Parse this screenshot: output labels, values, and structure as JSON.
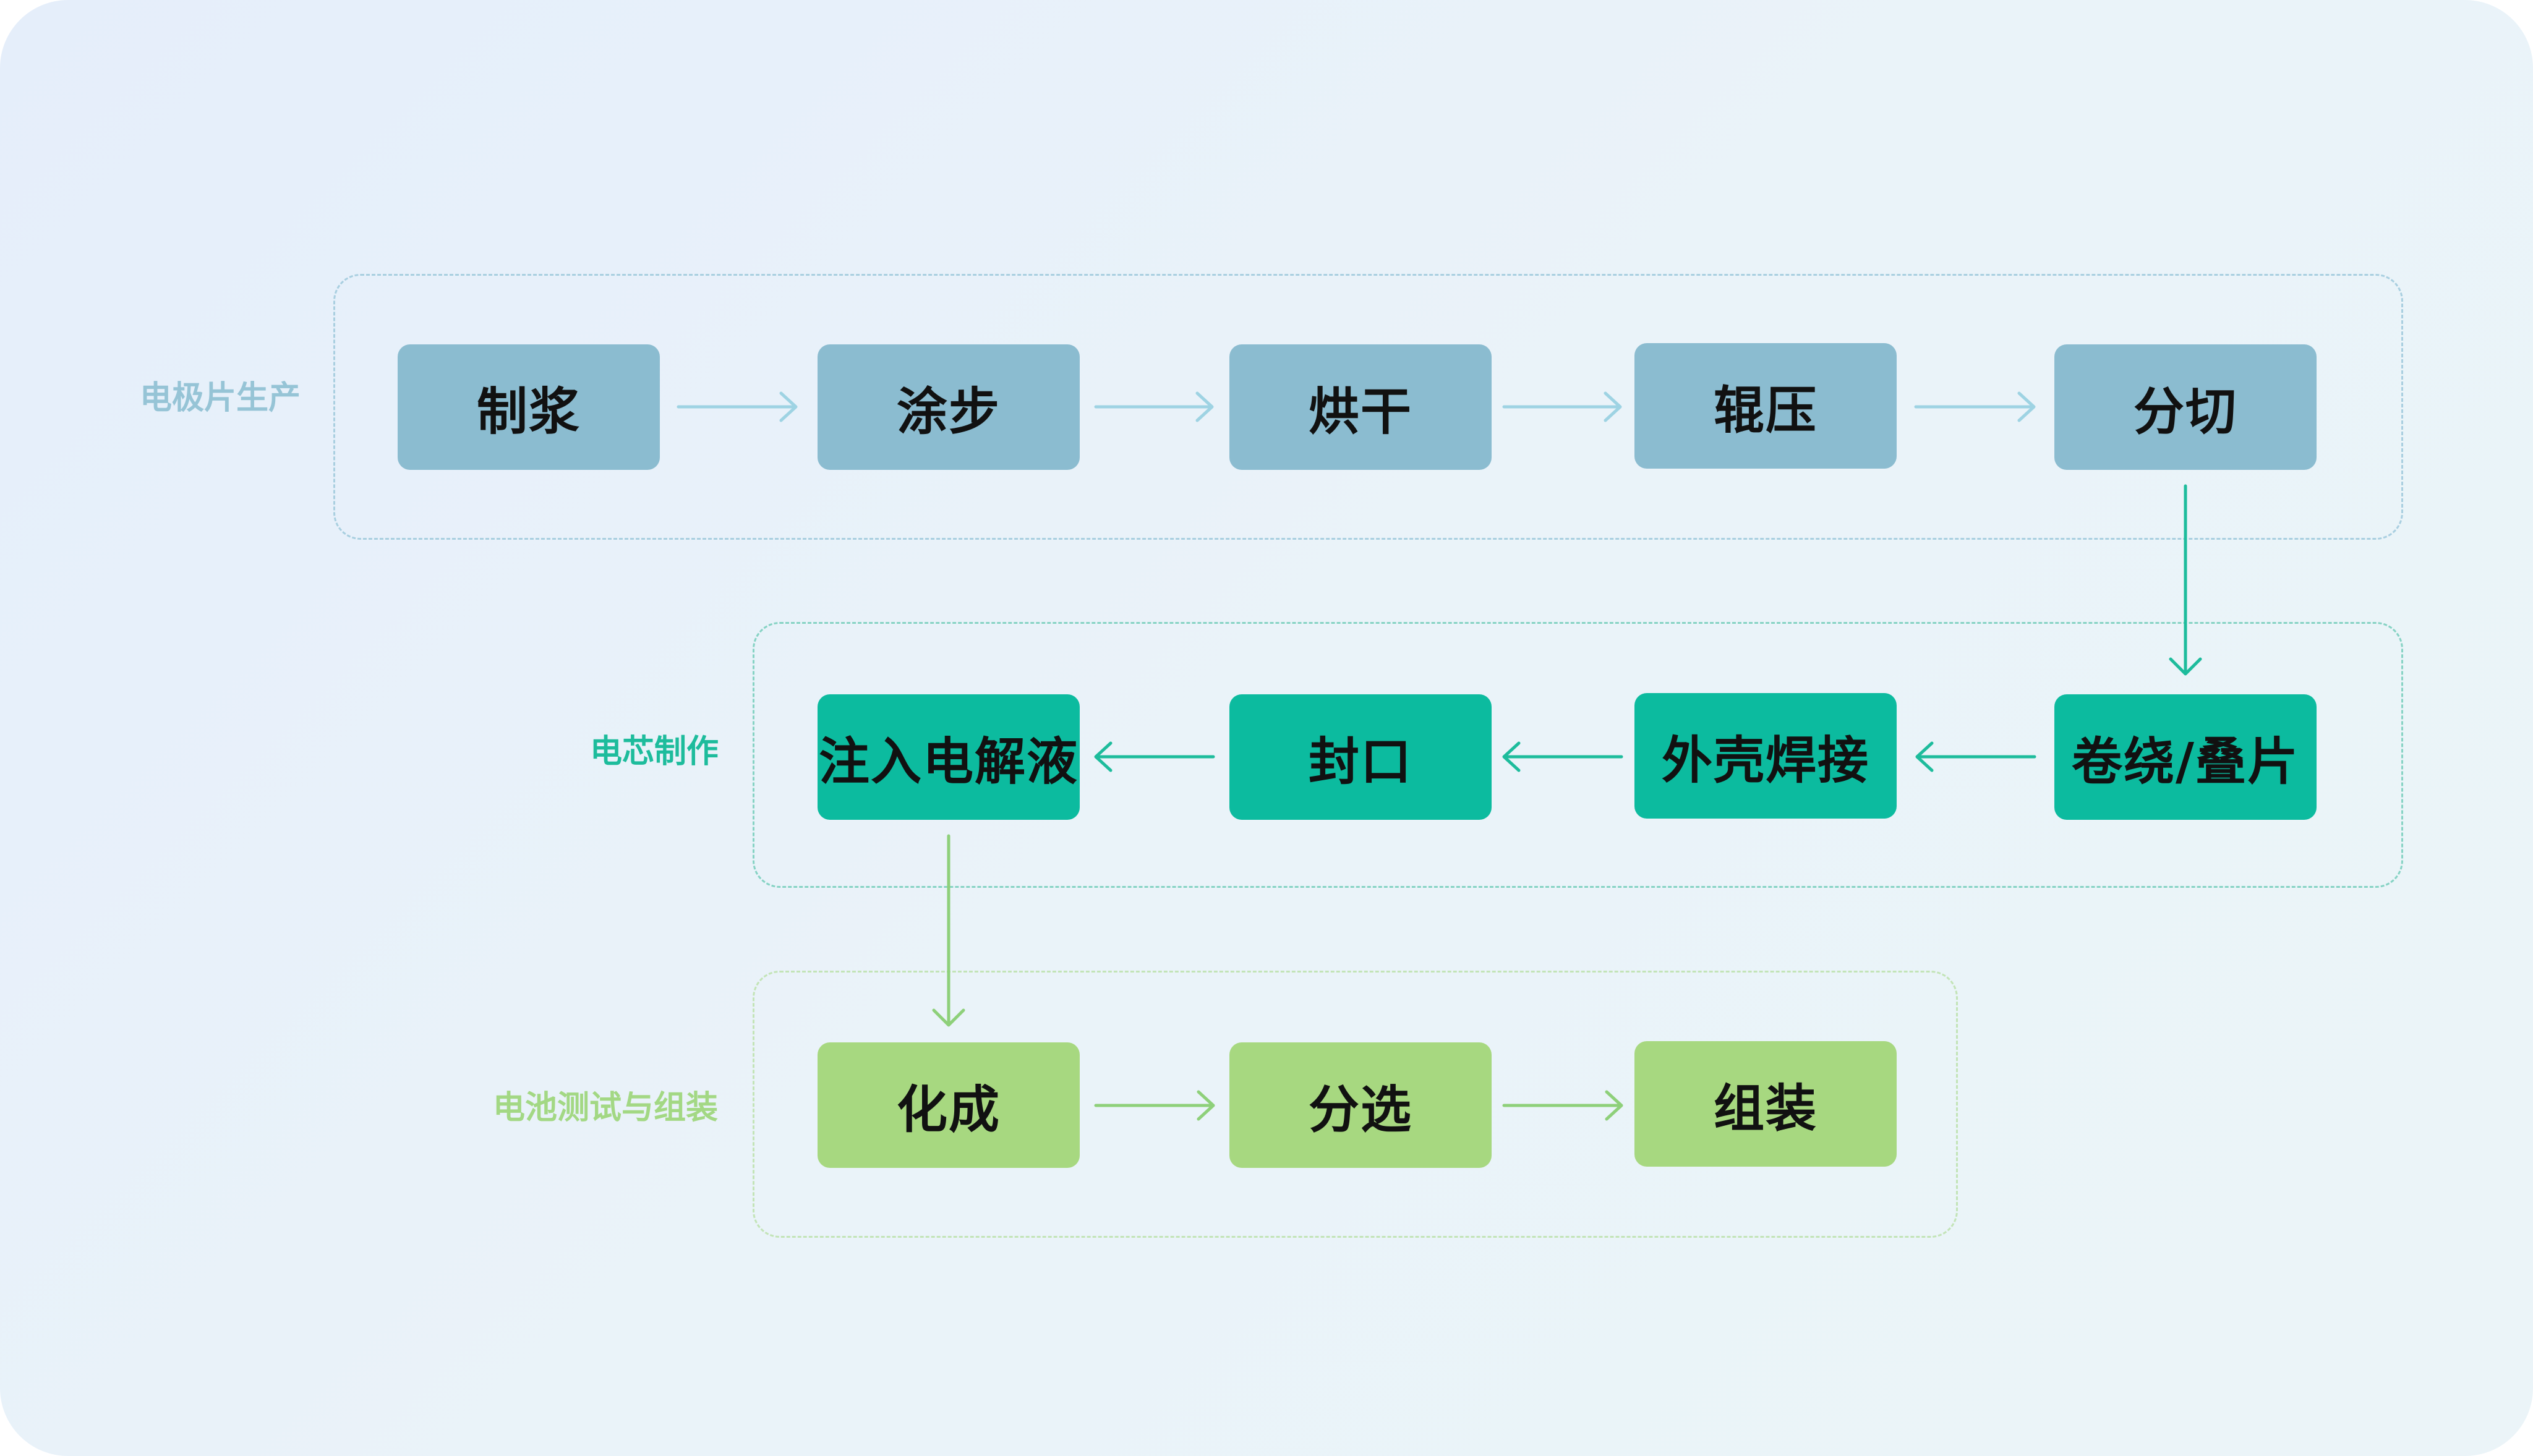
{
  "stages": [
    {
      "label": "电极片生产",
      "steps": [
        "制浆",
        "涂步",
        "烘干",
        "辊压",
        "分切"
      ]
    },
    {
      "label": "电芯制作",
      "steps": [
        "注入电解液",
        "封口",
        "外壳焊接",
        "卷绕/叠片"
      ]
    },
    {
      "label": "电池测试与组装",
      "steps": [
        "化成",
        "分选",
        "组装"
      ]
    }
  ],
  "colors": {
    "stage1_node": "#8bbcd0",
    "stage1_arrow": "#9ed3e3",
    "stage1_label": "#96c4d6",
    "stage2_node": "#0cbb9f",
    "stage2_arrow": "#1dbc9c",
    "stage2_label": "#1dbc9c",
    "stage3_node": "#a7d880",
    "stage3_arrow": "#8ed07a",
    "stage3_label": "#a3d884",
    "node_text": "#111111"
  }
}
